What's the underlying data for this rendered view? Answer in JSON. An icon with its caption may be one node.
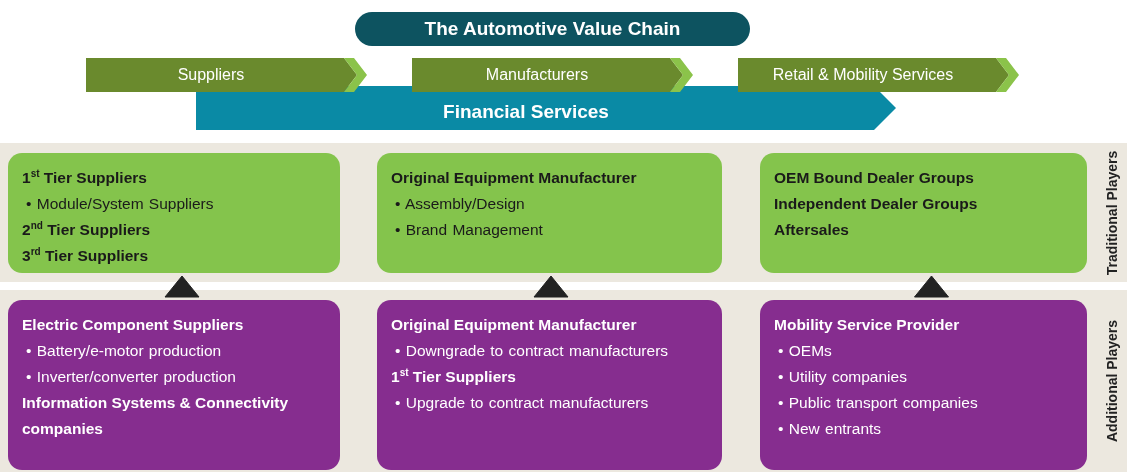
{
  "diagram": {
    "nodes": [
      {
        "text": [
          "The Automotive Value Chain"
        ]
      },
      {
        "text": [
          "Suppliers"
        ]
      },
      {
        "text": [
          "Manufacturers"
        ]
      },
      {
        "text": [
          "Retail &  Mobility Services"
        ]
      },
      {
        "text": [
          "Financial Services"
        ]
      },
      {
        "text": [
          "1$^{st}$ Tier Suppliers",
          "• Module/System Suppliers",
          "2$^{nd}$ Tier Suppliers",
          "3$^{rd}$ Tier Suppliers"
        ]
      },
      {
        "text": [
          "Original Equipment Manufacturer",
          "• Assembly/Design",
          "• Brand Management"
        ]
      },
      {
        "text": [
          "OEM Bound Dealer Groups",
          "Independent Dealer Groups",
          "Aftersales"
        ]
      },
      {
        "text": [
          "Electric Component Suppliers",
          "• Battery/e-motor production",
          "• Inverter/converter production",
          "Information Systems & Connectivity companies"
        ]
      },
      {
        "text": [
          "Original Equipment Manufacturer",
          "• Downgrade to contract manufacturers",
          "1$^{st}$ Tier Suppliers",
          "• Upgrade to contract manufacturers"
        ]
      },
      {
        "text": [
          "Mobility Service Provider",
          "• OEMs",
          "• Utility companies",
          "• Public transport companies",
          "• New entrants"
        ]
      }
    ],
    "edges": [
      {
        "from": 8,
        "to": 5,
        "arrow": "to"
      },
      {
        "from": 9,
        "to": 6,
        "arrow": "to"
      },
      {
        "from": 10,
        "to": 7,
        "arrow": "to"
      }
    ],
    "labels": [
      "Traditional Players",
      "Additional Players"
    ]
  }
}
